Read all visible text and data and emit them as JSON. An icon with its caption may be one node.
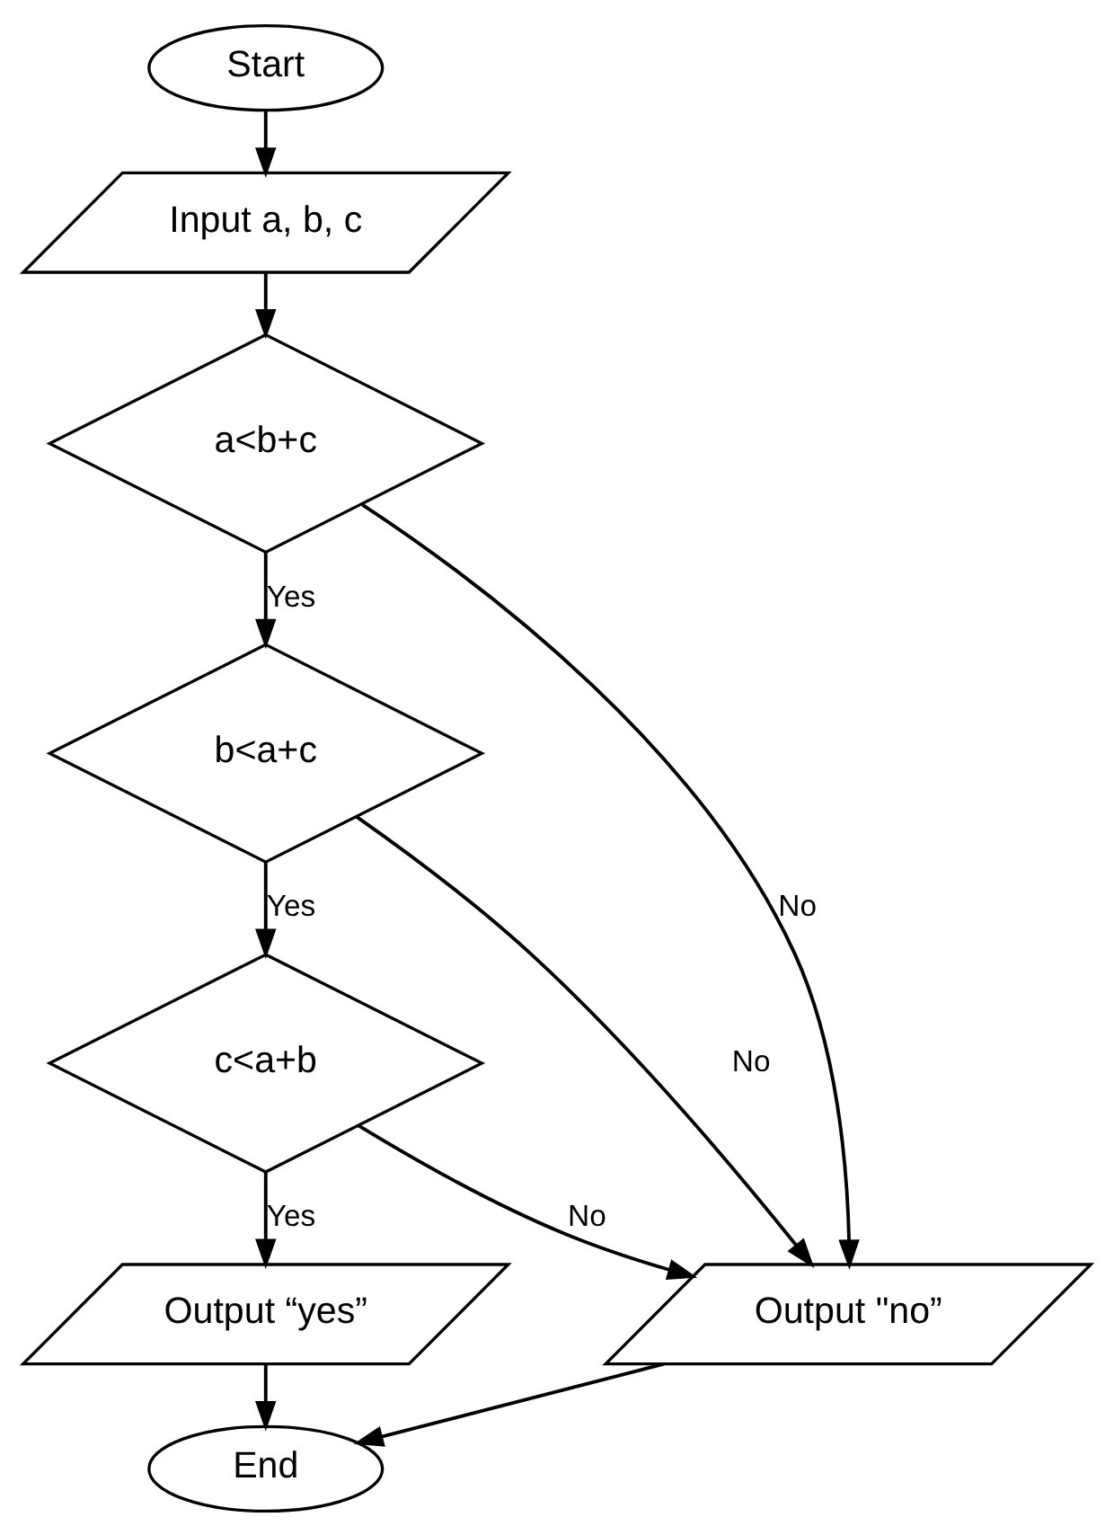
{
  "diagram": {
    "nodes": [
      {
        "text": [
          "Start"
        ]
      },
      {
        "text": [
          "Input a, b, c"
        ]
      },
      {
        "text": [
          "a<b+c"
        ]
      },
      {
        "text": [
          "b<a+c"
        ]
      },
      {
        "text": [
          "c<a+b"
        ]
      },
      {
        "text": [
          "Output “yes”"
        ]
      },
      {
        "text": [
          "Output \"no”"
        ]
      },
      {
        "text": [
          "End"
        ]
      }
    ],
    "edges": [
      {
        "from": 0,
        "to": 1,
        "arrow": "to"
      },
      {
        "from": 1,
        "to": 2,
        "arrow": "to"
      },
      {
        "from": 2,
        "to": 3,
        "label": "Yes",
        "arrow": "to"
      },
      {
        "from": 3,
        "to": 4,
        "label": "Yes",
        "arrow": "to"
      },
      {
        "from": 4,
        "to": 5,
        "label": "Yes",
        "arrow": "to"
      },
      {
        "from": 2,
        "to": 6,
        "label": "No",
        "arrow": "to"
      },
      {
        "from": 3,
        "to": 6,
        "label": "No",
        "arrow": "to"
      },
      {
        "from": 4,
        "to": 6,
        "label": "No",
        "arrow": "to"
      },
      {
        "from": 5,
        "to": 7,
        "arrow": "to"
      },
      {
        "from": 6,
        "to": 7,
        "arrow": "to"
      }
    ]
  }
}
